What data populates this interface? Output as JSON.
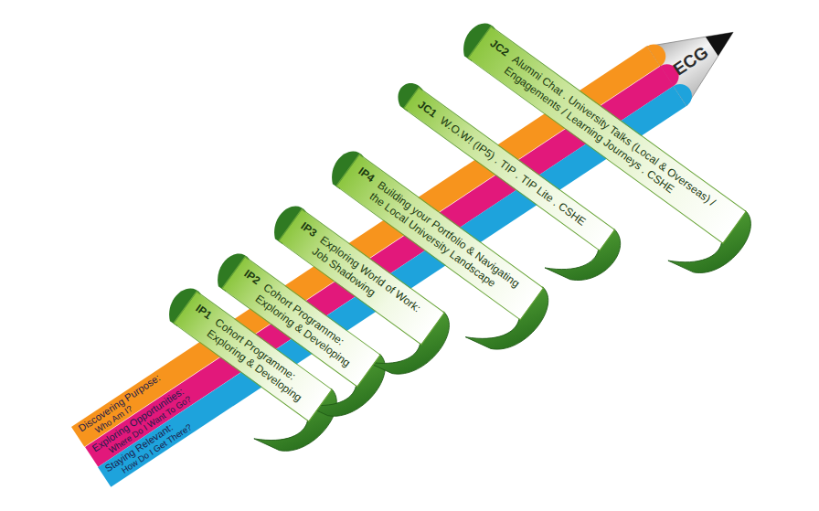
{
  "diagram": {
    "nodes": [
      {
        "text": [
          "Discovering Purpose:",
          "Who Am I?"
        ]
      },
      {
        "text": [
          "Exploring Opportunities:",
          "Where Do I Want To Go?"
        ]
      },
      {
        "text": [
          "Staying Relevant:",
          "How Do I Get There?"
        ]
      },
      {
        "text": [
          "IP1",
          "Cohort Programme: Exploring & Developing"
        ]
      },
      {
        "text": [
          "IP2",
          "Cohort Programme: Exploring & Developing"
        ]
      },
      {
        "text": [
          "IP3",
          "Exploring World of Work: Job Shadowing"
        ]
      },
      {
        "text": [
          "IP4",
          "Building your Portfolio & Navigating the Local University Landscape"
        ]
      },
      {
        "text": [
          "JC1",
          "W.O.W! (IP5) . TIP . TIP Lite . CSHE"
        ]
      },
      {
        "text": [
          "JC2",
          "Alumni Chat . University Talks (Local & Overseas) / Engagements / Learning Journeys . CSHE"
        ]
      },
      {
        "text": [
          "ECG"
        ]
      }
    ]
  }
}
